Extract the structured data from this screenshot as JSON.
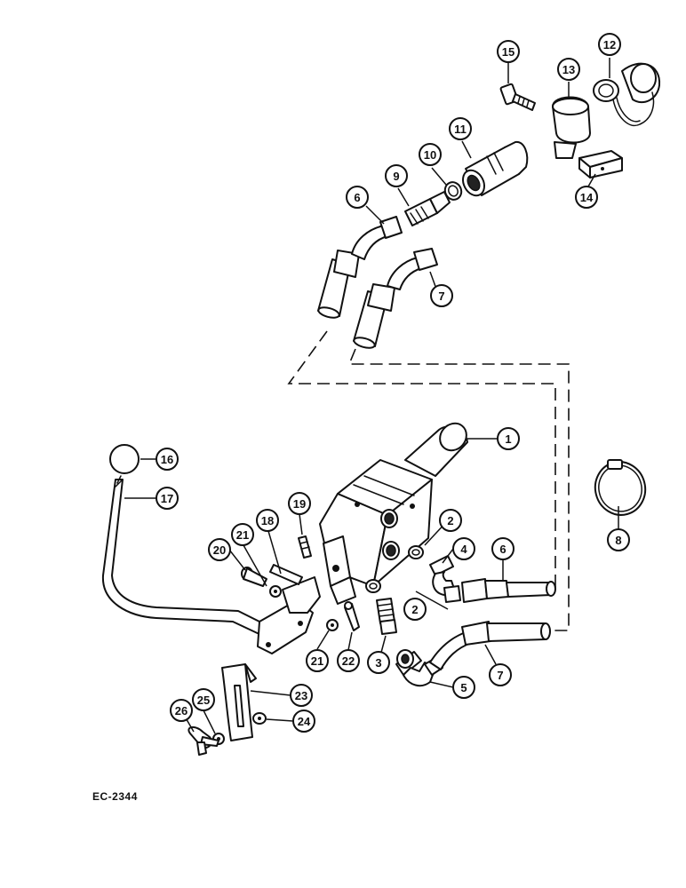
{
  "diagram_code": "EC-2344",
  "callouts": [
    {
      "id": "c1",
      "label": "1"
    },
    {
      "id": "c2a",
      "label": "2"
    },
    {
      "id": "c2b",
      "label": "2"
    },
    {
      "id": "c3",
      "label": "3"
    },
    {
      "id": "c4",
      "label": "4"
    },
    {
      "id": "c5",
      "label": "5"
    },
    {
      "id": "c6a",
      "label": "6"
    },
    {
      "id": "c6b",
      "label": "6"
    },
    {
      "id": "c7a",
      "label": "7"
    },
    {
      "id": "c7b",
      "label": "7"
    },
    {
      "id": "c8",
      "label": "8"
    },
    {
      "id": "c9",
      "label": "9"
    },
    {
      "id": "c10",
      "label": "10"
    },
    {
      "id": "c11",
      "label": "11"
    },
    {
      "id": "c12",
      "label": "12"
    },
    {
      "id": "c13",
      "label": "13"
    },
    {
      "id": "c14",
      "label": "14"
    },
    {
      "id": "c15",
      "label": "15"
    },
    {
      "id": "c16",
      "label": "16"
    },
    {
      "id": "c17",
      "label": "17"
    },
    {
      "id": "c18",
      "label": "18"
    },
    {
      "id": "c19",
      "label": "19"
    },
    {
      "id": "c20",
      "label": "20"
    },
    {
      "id": "c21a",
      "label": "21"
    },
    {
      "id": "c21b",
      "label": "21"
    },
    {
      "id": "c22",
      "label": "22"
    },
    {
      "id": "c23",
      "label": "23"
    },
    {
      "id": "c24",
      "label": "24"
    },
    {
      "id": "c25",
      "label": "25"
    },
    {
      "id": "c26",
      "label": "26"
    }
  ]
}
